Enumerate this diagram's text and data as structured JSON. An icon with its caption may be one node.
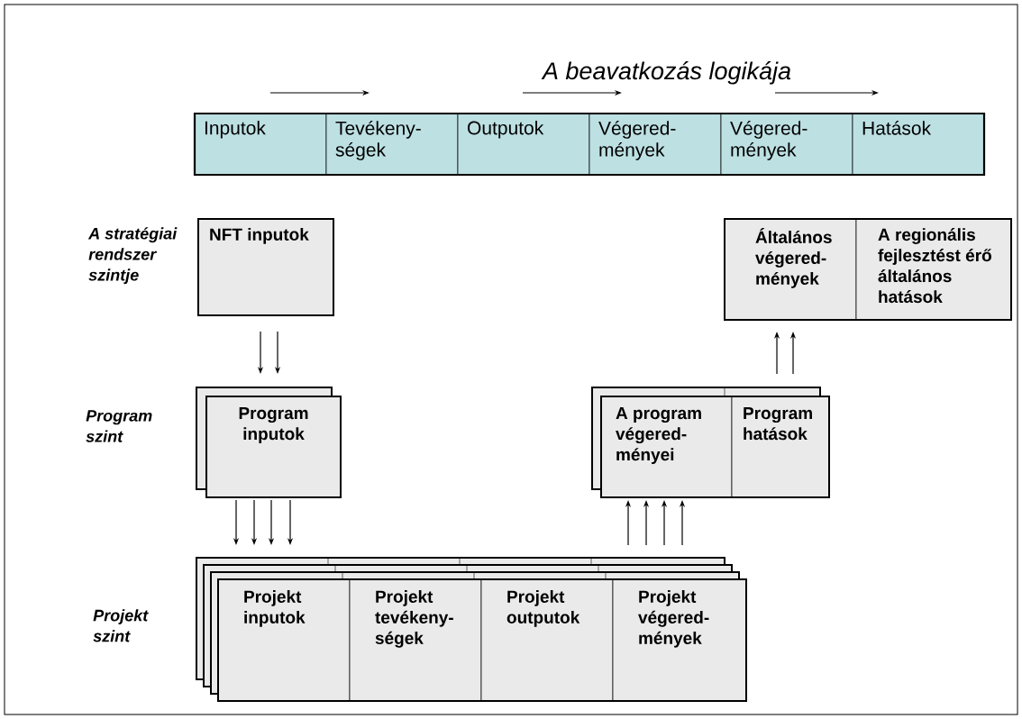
{
  "diagram": {
    "title": "A beavatkozás logikája",
    "nodes": [
      {
        "text": [
          "Inputok"
        ]
      },
      {
        "text": [
          "Tevékeny- ségek"
        ]
      },
      {
        "text": [
          "Outputok"
        ]
      },
      {
        "text": [
          "Végered- mények"
        ]
      },
      {
        "text": [
          "Végered- mények"
        ]
      },
      {
        "text": [
          "Hatások"
        ]
      },
      {
        "text": [
          "NFT inputok"
        ]
      },
      {
        "text": [
          "Általános végered- mények"
        ]
      },
      {
        "text": [
          "A regionális fejlesztést érő általános hatások"
        ]
      },
      {
        "text": [
          "Program inputok"
        ]
      },
      {
        "text": [
          "A program végered- ményei"
        ]
      },
      {
        "text": [
          "Program hatások"
        ]
      },
      {
        "text": [
          "Projekt inputok"
        ]
      },
      {
        "text": [
          "Projekt tevékeny- ségek"
        ]
      },
      {
        "text": [
          "Projekt outputok"
        ]
      },
      {
        "text": [
          "Projekt végered- mények"
        ]
      }
    ],
    "edges": [
      {
        "from": 6,
        "to": 9,
        "arrow": "to"
      },
      {
        "from": 6,
        "to": 9,
        "arrow": "to"
      },
      {
        "from": 9,
        "to": 12,
        "arrow": "to"
      },
      {
        "from": 9,
        "to": 12,
        "arrow": "to"
      },
      {
        "from": 9,
        "to": 12,
        "arrow": "to"
      },
      {
        "from": 9,
        "to": 12,
        "arrow": "to"
      },
      {
        "from": 15,
        "to": 10,
        "arrow": "to"
      },
      {
        "from": 15,
        "to": 10,
        "arrow": "to"
      },
      {
        "from": 15,
        "to": 10,
        "arrow": "to"
      },
      {
        "from": 15,
        "to": 10,
        "arrow": "to"
      },
      {
        "from": 11,
        "to": 7,
        "arrow": "to"
      },
      {
        "from": 11,
        "to": 7,
        "arrow": "to"
      }
    ],
    "labels": [
      "A stratégiai rendszer szintje",
      "Program szint",
      "Projekt szint"
    ]
  }
}
